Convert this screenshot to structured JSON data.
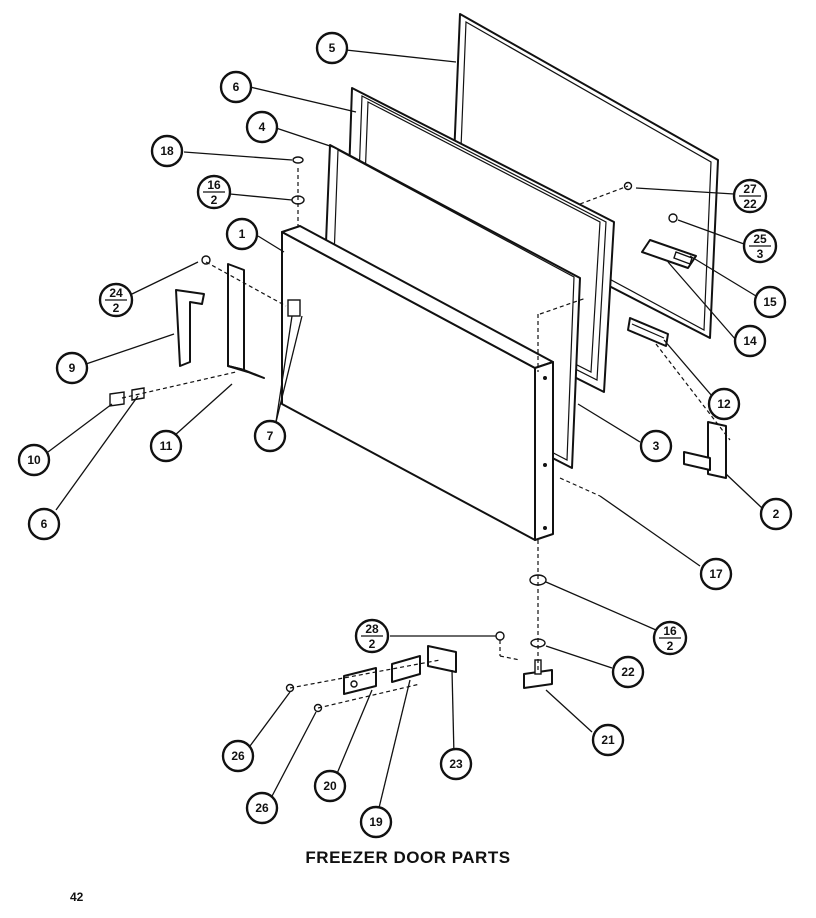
{
  "title": "FREEZER DOOR PARTS",
  "page_number": "42",
  "callouts": [
    {
      "id": "c5",
      "top": "5"
    },
    {
      "id": "c6a",
      "top": "6"
    },
    {
      "id": "c4",
      "top": "4"
    },
    {
      "id": "c18",
      "top": "18"
    },
    {
      "id": "c16a",
      "top": "16",
      "bottom": "2"
    },
    {
      "id": "c1",
      "top": "1"
    },
    {
      "id": "c24",
      "top": "24",
      "bottom": "2"
    },
    {
      "id": "c9",
      "top": "9"
    },
    {
      "id": "c10",
      "top": "10"
    },
    {
      "id": "c11",
      "top": "11"
    },
    {
      "id": "c7",
      "top": "7"
    },
    {
      "id": "c6b",
      "top": "6"
    },
    {
      "id": "c27",
      "top": "27",
      "bottom": "22"
    },
    {
      "id": "c25",
      "top": "25",
      "bottom": "3"
    },
    {
      "id": "c15",
      "top": "15"
    },
    {
      "id": "c14",
      "top": "14"
    },
    {
      "id": "c12",
      "top": "12"
    },
    {
      "id": "c3",
      "top": "3"
    },
    {
      "id": "c2",
      "top": "2"
    },
    {
      "id": "c17",
      "top": "17"
    },
    {
      "id": "c16b",
      "top": "16",
      "bottom": "2"
    },
    {
      "id": "c28",
      "top": "28",
      "bottom": "2"
    },
    {
      "id": "c22",
      "top": "22"
    },
    {
      "id": "c21",
      "top": "21"
    },
    {
      "id": "c26a",
      "top": "26"
    },
    {
      "id": "c26b",
      "top": "26"
    },
    {
      "id": "c20",
      "top": "20"
    },
    {
      "id": "c19",
      "top": "19"
    },
    {
      "id": "c23",
      "top": "23"
    }
  ]
}
